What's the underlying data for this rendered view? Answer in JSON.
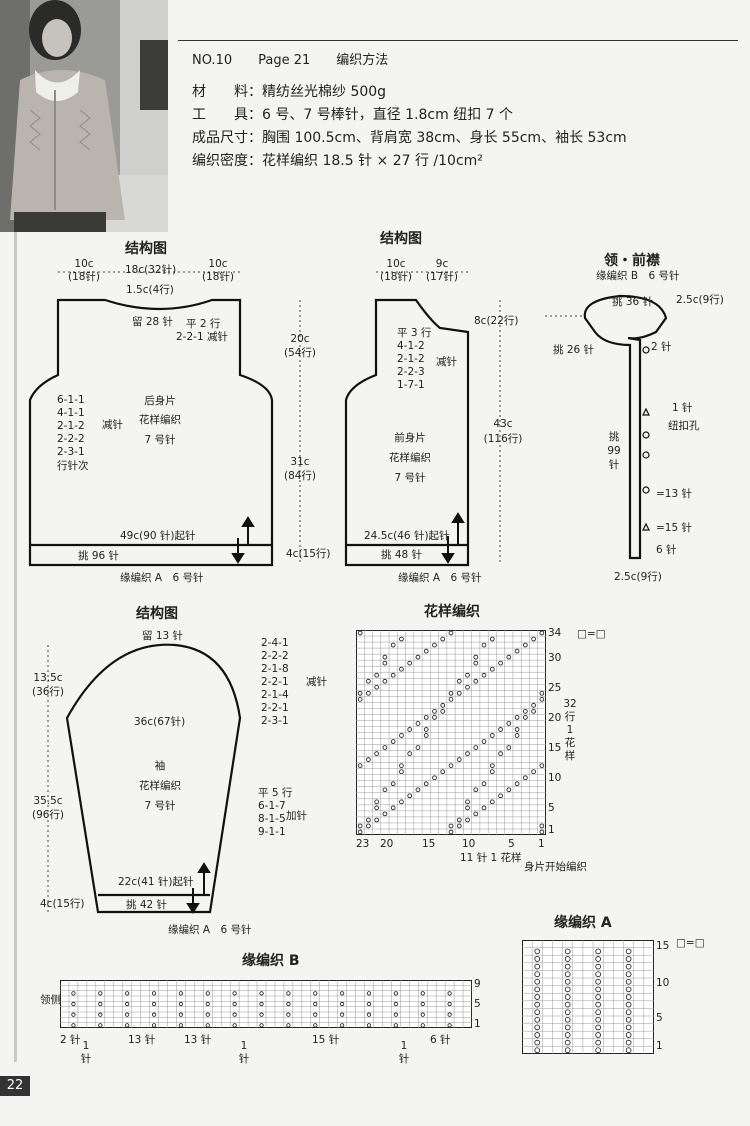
{
  "header": {
    "no": "NO.10",
    "page": "Page 21",
    "title": "编织方法"
  },
  "materials": [
    {
      "label": "材　　料",
      "value": "精纺丝光棉纱 500g"
    },
    {
      "label": "工　　具",
      "value": "6 号、7 号棒针，直径 1.8cm 纽扣 7 个"
    },
    {
      "label": "成品尺寸",
      "value": "胸围 100.5cm、背肩宽 38cm、身长 55cm、袖长 53cm"
    },
    {
      "label": "编织密度",
      "value": "花样编织  18.5 针 × 27 行 /10cm²"
    }
  ],
  "back": {
    "title": "结构图",
    "top_left": "10c",
    "top_left_n": "(18针)",
    "top_mid": "18c(32针)",
    "top_right": "10c",
    "top_right_n": "(18针)",
    "neck_depth": "1.5c(4行)",
    "neck_keep": "留 28 针",
    "neck_flat": "平 2 行",
    "neck_dec": "2-2-1 减针",
    "arm_dec": [
      "6-1-1",
      "4-1-1",
      "2-1-2",
      "2-2-2",
      "2-3-1"
    ],
    "arm_dec_lbl": "减针",
    "arm_note": "行针次",
    "name": "后身片",
    "pattern": "花样编织",
    "needle": "7 号针",
    "cast": "49c(90 针)起针",
    "pick": "挑 96 针",
    "band": "缘编织 A　6 号针"
  },
  "side": {
    "arm_h": "20c",
    "arm_r": "(54行)",
    "body_h": "31c",
    "body_r": "(84行)",
    "band_h": "4c(15行)"
  },
  "front": {
    "title": "结构图",
    "top_left": "10c",
    "top_left_n": "(18针)",
    "top_mid": "9c",
    "top_mid_n": "(17针)",
    "neck_h": "8c(22行)",
    "total_h": "43c",
    "total_r": "(116行)",
    "neck_dec": [
      "平 3 行",
      "4-1-2",
      "2-1-2",
      "2-2-3",
      "1-7-1"
    ],
    "neck_dec_lbl": "减针",
    "name": "前身片",
    "pattern": "花样编织",
    "needle": "7 号针",
    "cast": "24.5c(46 针)起针",
    "pick": "挑 48 针",
    "band": "缘编织 A　6 号针"
  },
  "collar": {
    "title": "领・前襟",
    "sub": "缘编织 B　6 号针",
    "pick_top": "挑 36 针",
    "w_top": "2.5c(9行)",
    "pick_side": "挑 26 针",
    "mark_2": "2 针",
    "one": "1 针",
    "hole": "纽扣孔",
    "pick_v": "挑",
    "pick_v2": "99",
    "pick_v3": "针",
    "mark_13": "=13 针",
    "mark_15": "=15 针",
    "mark_6": "6 针",
    "w_bot": "2.5c(9行)"
  },
  "sleeve": {
    "title": "结构图",
    "keep": "留 13 针",
    "cap_h": "13.5c",
    "cap_r": "(36行)",
    "cap_dec": [
      "2-4-1",
      "2-2-2",
      "2-1-8",
      "2-2-1",
      "2-1-4",
      "2-2-1",
      "2-3-1"
    ],
    "cap_dec_lbl": "减针",
    "width": "36c(67针)",
    "name": "袖",
    "pattern": "花样编织",
    "needle": "7 号针",
    "len": "35.5c",
    "len_r": "(96行)",
    "inc": [
      "平 5 行",
      "6-1-7",
      "8-1-5",
      "9-1-1"
    ],
    "inc_lbl": "加针",
    "cast": "22c(41 针)起针",
    "pick": "挑 42 针",
    "band_h": "4c(15行)",
    "band": "缘编织 A　6 号针"
  },
  "pattern": {
    "title": "花样编织",
    "legend": "□=□",
    "rows_lbl": [
      "32",
      "行",
      "1",
      "花",
      "样"
    ],
    "row_ticks": [
      "34",
      "30",
      "25",
      "20",
      "15",
      "10",
      "5",
      "1"
    ],
    "col_ticks": [
      "23",
      "20",
      "15",
      "10",
      "5",
      "1"
    ],
    "repeat": "11 针 1 花样",
    "start": "身片开始编织"
  },
  "bandA": {
    "title": "缘编织 A",
    "legend": "□=□",
    "ticks": [
      "15",
      "10",
      "5",
      "1"
    ]
  },
  "bandB": {
    "title": "缘编织 B",
    "side": "领侧",
    "ticks": [
      "9",
      "5",
      "1"
    ],
    "b1": "2 针",
    "b2": "1",
    "b2b": "针",
    "b3": "13 针",
    "b4": "13 针",
    "b5": "1",
    "b5b": "针",
    "b6": "15 针",
    "b7": "1",
    "b7b": "针",
    "b8": "6 针"
  },
  "page_number": "22"
}
